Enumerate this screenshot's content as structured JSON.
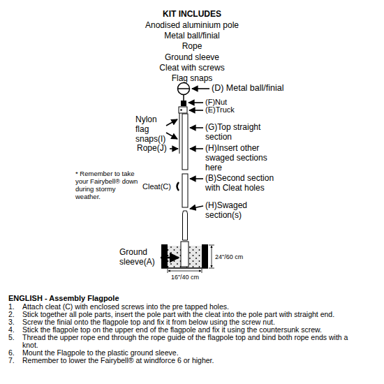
{
  "diagram": {
    "title": "KIT INCLUDES",
    "labels": [
      "Anodised aluminium pole",
      "Metal ball/finial",
      "Rope",
      "Ground sleeve",
      "Cleat with screws",
      "Flag snaps",
      "(D) Metal ball/finial",
      "(F)Nut",
      "(E)Truck",
      "Nylon flag snaps(I)",
      "(G)Top straight section",
      "Rope(J)",
      "(H)Insert other swaged sections here",
      "Cleat(C)",
      "(B)Second section with Cleat holes",
      "(H)Swaged section(s)",
      "24\"/60 cm",
      "16\"/40 cm",
      "Ground sleeve(A)",
      "* Remember to take your Fairybell® down during stormy weather.",
      "ENGLISH - Assembly Flagpole",
      "1.",
      "Attach cleat (C) with enclosed screws into the pre tapped holes.",
      "2.",
      "Stick together all pole parts, insert the pole part with the cleat into the pole part with straight end.",
      "3.",
      "Screw the finial onto the flagpole top and fix it from below using the screw nut.",
      "4.",
      "Stick the flagpole top on the upper end of the flagpole and fix it using the countersunk screw.",
      "5.",
      "Thread the upper rope end through the rope guide of the flagpole top and bind both rope ends with a knot.",
      "6.",
      "Mount the Flagpole to the plastic ground sleeve.",
      "7.",
      "Remember to lower the Fairybell® at windforce 6 or higher."
    ]
  }
}
